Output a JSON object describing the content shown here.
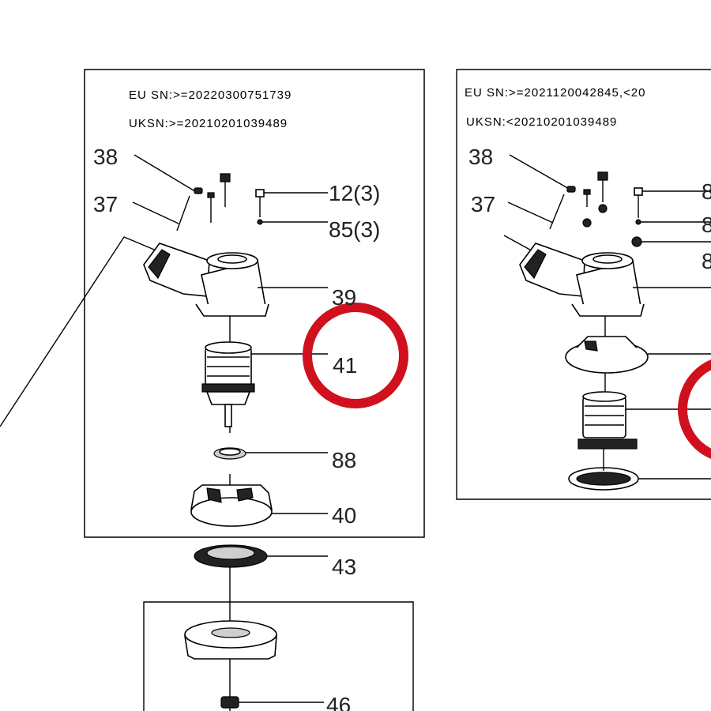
{
  "left_panel": {
    "eu_sn": "EU SN:>=20220300751739",
    "uk_sn": "UKSN:>=20210201039489",
    "labels": {
      "p38": "38",
      "p37": "37",
      "p12": "12(3)",
      "p85": "85(3)",
      "p39": "39",
      "p41": "41",
      "p88": "88",
      "p40": "40",
      "p43": "43",
      "p46": "46"
    }
  },
  "right_panel": {
    "eu_sn": "EU SN:>=2021120042845,<20",
    "uk_sn": "UKSN:<20210201039489",
    "labels": {
      "p38": "38",
      "p37": "37",
      "p8a": "8",
      "p8b": "8",
      "p8c": "8"
    }
  },
  "highlight_color": "#d0101c"
}
